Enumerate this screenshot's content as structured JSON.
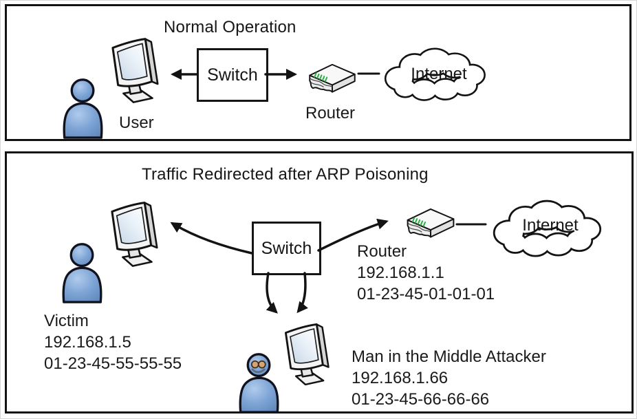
{
  "top": {
    "title": "Normal Operation",
    "user_label": "User",
    "switch_label": "Switch",
    "router_label": "Router",
    "internet_label": "Internet"
  },
  "bottom": {
    "title": "Traffic Redirected after ARP Poisoning",
    "switch_label": "Switch",
    "internet_label": "Internet",
    "victim": {
      "name": "Victim",
      "ip": "192.168.1.5",
      "mac": "01-23-45-55-55-55"
    },
    "router": {
      "name": "Router",
      "ip": "192.168.1.1",
      "mac": "01-23-45-01-01-01"
    },
    "attacker": {
      "name": "Man in the Middle Attacker",
      "ip": "192.168.1.66",
      "mac": "01-23-45-66-66-66"
    }
  },
  "icons": {
    "user": "person-icon",
    "victim": "person-icon",
    "attacker": "masked-person-icon",
    "workstation": "monitor-icon",
    "router": "router-icon",
    "internet": "cloud-icon"
  },
  "colors": {
    "outline": "#131313",
    "person_blue": "#6d97cb",
    "person_highlight": "#b0cbec",
    "led_green": "#2eb146",
    "screen_tint": "#c6d6e6",
    "background": "#ffffff"
  }
}
